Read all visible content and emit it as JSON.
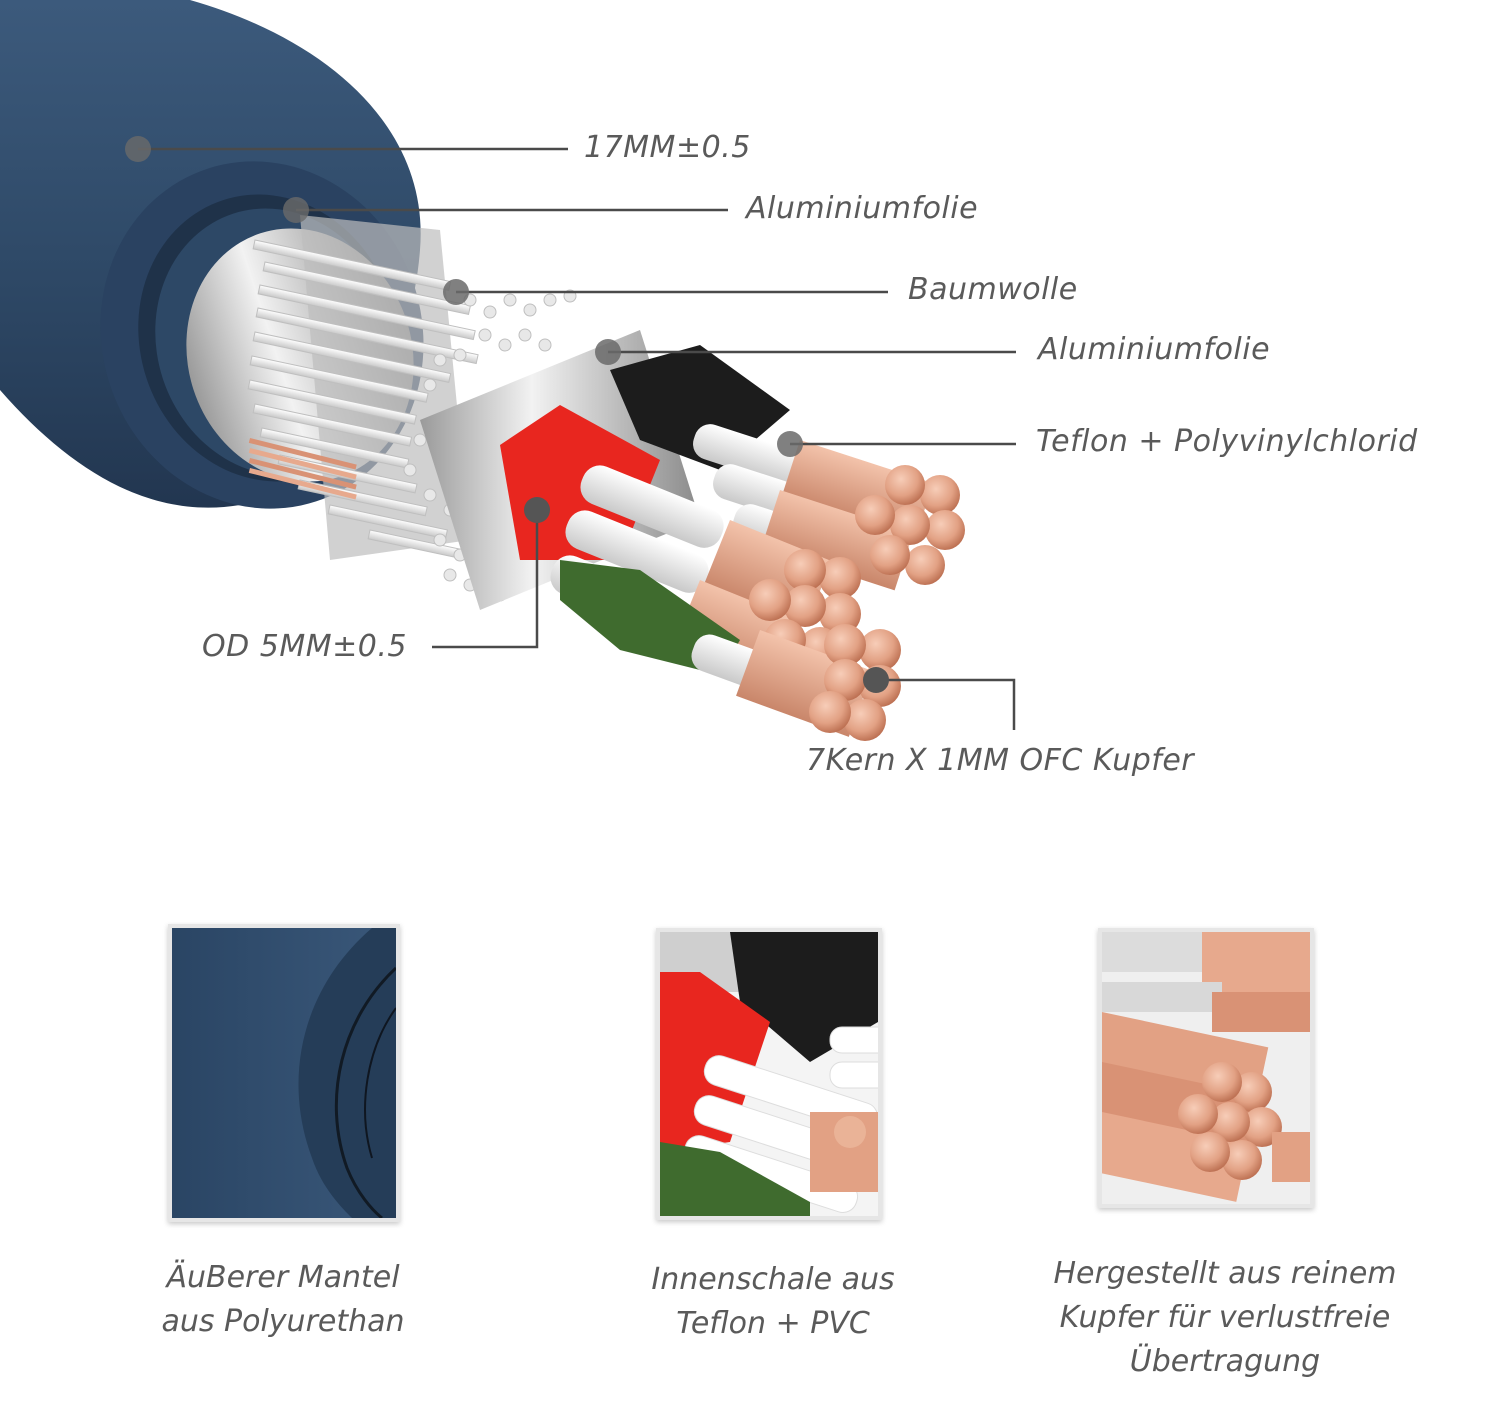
{
  "colors": {
    "jacket": "#2f4a68",
    "foil": "#c8c8c8",
    "copper": "#e2a184",
    "red": "#e8261f",
    "black": "#1c1c1c",
    "green": "#3f6b2e",
    "label_text": "#5a5a5a",
    "leader": "#4a4a4a"
  },
  "labels": {
    "diameter": "17MM±0.5",
    "foil_outer": "Aluminiumfolie",
    "cotton": "Baumwolle",
    "foil_inner": "Aluminiumfolie",
    "insulation": "Teflon + Polyvinylchlorid",
    "core_od": "OD 5MM±0.5",
    "conductor": "7Kern X 1MM OFC Kupfer"
  },
  "features": [
    {
      "lines": [
        "ÄuBerer Mantel",
        "aus Polyurethan"
      ]
    },
    {
      "lines": [
        "Innenschale aus",
        "Teflon + PVC"
      ]
    },
    {
      "lines": [
        "Hergestellt aus reinem",
        "Kupfer für verlustfreie",
        "Übertragung"
      ]
    }
  ]
}
